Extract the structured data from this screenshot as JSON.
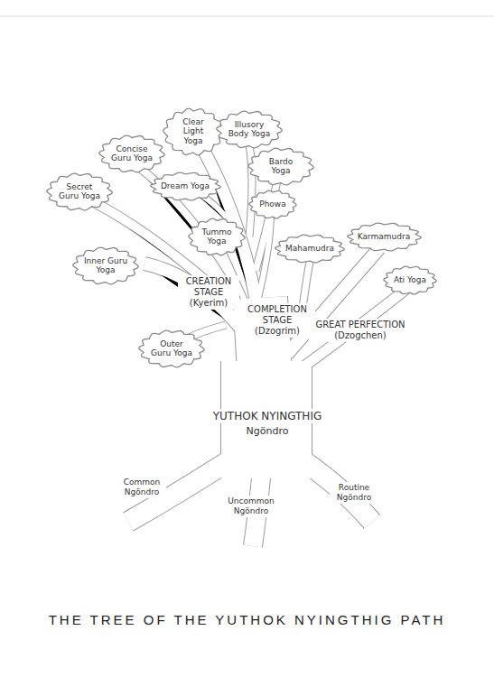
{
  "diagram": {
    "title": "THE TREE OF THE YUTHOK NYINGTHIG PATH",
    "nodes": [
      {
        "text": [
          "Clear Light Yoga"
        ]
      },
      {
        "text": [
          "Illusory Body Yoga"
        ]
      },
      {
        "text": [
          "Concise Guru Yoga"
        ]
      },
      {
        "text": [
          "Bardo Yoga"
        ]
      },
      {
        "text": [
          "Secret Guru Yoga"
        ]
      },
      {
        "text": [
          "Dream Yoga"
        ]
      },
      {
        "text": [
          "Phowa"
        ]
      },
      {
        "text": [
          "Tummo Yoga"
        ]
      },
      {
        "text": [
          "Karmamudra"
        ]
      },
      {
        "text": [
          "Mahamudra"
        ]
      },
      {
        "text": [
          "Inner Guru Yoga"
        ]
      },
      {
        "text": [
          "Ati Yoga"
        ]
      },
      {
        "text": [
          "Outer Guru Yoga"
        ]
      }
    ],
    "labels": [
      "CREATION STAGE (Kyerim)",
      "COMPLETION STAGE (Dzogrim)",
      "GREAT PERFECTION (Dzogchen)",
      "YUTHOK NYINGTHIG",
      "Ngöndro",
      "Common Ngöndro",
      "Uncommon Ngöndro",
      "Routine Ngöndro"
    ]
  }
}
